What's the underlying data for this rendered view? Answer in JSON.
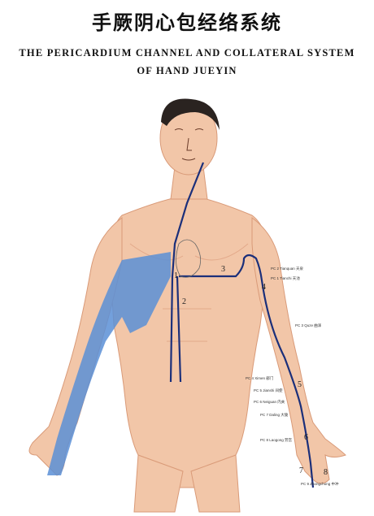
{
  "title_cn": "手厥阴心包经络系统",
  "title_en_line1": "THE PERICARDIUM CHANNEL AND COLLATERAL SYSTEM",
  "title_en_line2": "OF HAND JUEYIN",
  "points": [
    {
      "label": "PC 2 Tianquan 天泉"
    },
    {
      "label": "PC 1 Tianchi 天池"
    },
    {
      "label": "PC 3 Quze 曲泽"
    },
    {
      "label": "PC 4 Ximen 郄门"
    },
    {
      "label": "PC 5 Jianshi 间使"
    },
    {
      "label": "PC 6 Neiguan 内关"
    },
    {
      "label": "PC 7 Daling 大陵"
    },
    {
      "label": "PC 8 Laogong 劳宫"
    },
    {
      "label": "PC 9 Zhongchong 中冲"
    }
  ],
  "pathway_numbers": [
    "1",
    "2",
    "3",
    "4",
    "5",
    "6",
    "7",
    "8"
  ],
  "colors": {
    "skin": "#f2c6a8",
    "skin_shadow": "#e3a98a",
    "hair": "#2a2320",
    "channel_blue": "#5b8fd6",
    "channel_dark": "#1b2f7a"
  }
}
